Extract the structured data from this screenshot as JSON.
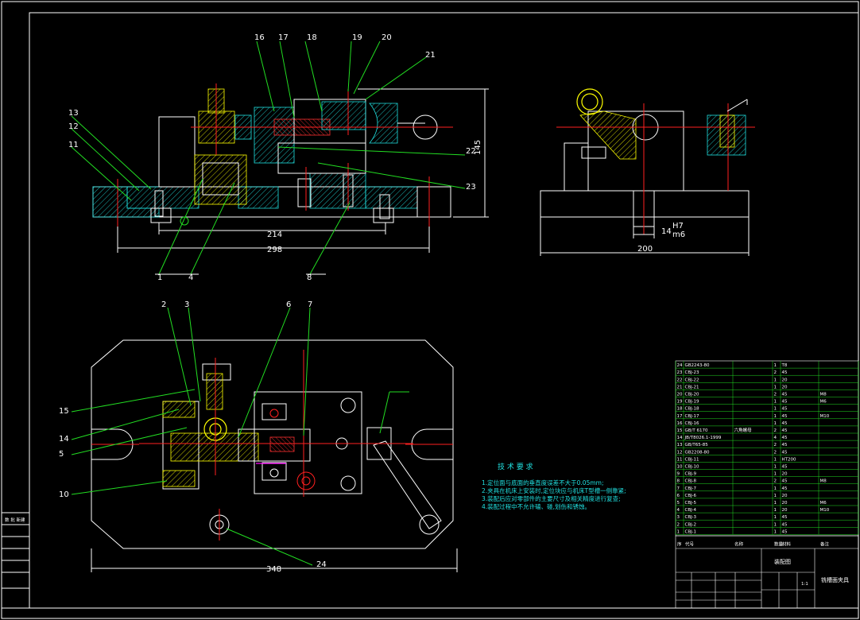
{
  "part_labels": [
    "16",
    "17",
    "18",
    "19",
    "20",
    "21",
    "13",
    "12",
    "11",
    "22",
    "23",
    "1",
    "4",
    "8",
    "2",
    "3",
    "6",
    "7",
    "15",
    "14",
    "5",
    "10",
    "24"
  ],
  "dimensions": {
    "front_214": "214",
    "front_298": "298",
    "front_height": "145",
    "side_fit_main": "14",
    "side_fit_upper": "H7",
    "side_fit_lower": "m6",
    "side_200": "200",
    "top_348": "348"
  },
  "tech_requirements": {
    "title": "技 术 要 求",
    "lines": [
      "1.定位面与底面的垂直度误差不大于0.05mm;",
      "2.夹具在机床上安装时,定位块应与机床T型槽一侧靠紧;",
      "3.装配后应对零部件的主要尺寸及相关精度进行复查;",
      "4.装配过程中不允许磕、碰,划伤和锈蚀。"
    ]
  },
  "title_block": {
    "drawing_name": "装配图",
    "product_name": "铣槽面夹具",
    "scale": "1:1"
  },
  "parts_table": {
    "rows": [
      [
        "24",
        "GB2243-80",
        "",
        "1",
        "T8",
        ""
      ],
      [
        "23",
        "CBJ-23",
        "",
        "2",
        "45",
        ""
      ],
      [
        "22",
        "CBJ-22",
        "",
        "1",
        "20",
        ""
      ],
      [
        "21",
        "CBJ-21",
        "",
        "1",
        "20",
        ""
      ],
      [
        "20",
        "CBJ-20",
        "",
        "2",
        "45",
        "M8"
      ],
      [
        "19",
        "CBJ-19",
        "",
        "1",
        "45",
        "M6"
      ],
      [
        "18",
        "CBJ-18",
        "",
        "1",
        "45",
        ""
      ],
      [
        "17",
        "CBJ-17",
        "",
        "1",
        "45",
        "M10"
      ],
      [
        "16",
        "CBJ-16",
        "",
        "1",
        "45",
        ""
      ],
      [
        "15",
        "GB/T 6170",
        "六角螺母",
        "2",
        "45",
        ""
      ],
      [
        "14",
        "JB/T8026.1-1999",
        "",
        "4",
        "45",
        ""
      ],
      [
        "13",
        "GB/T65-85",
        "",
        "2",
        "45",
        ""
      ],
      [
        "12",
        "GB2208-80",
        "",
        "2",
        "45",
        ""
      ],
      [
        "11",
        "CBJ-11",
        "",
        "1",
        "HT200",
        ""
      ],
      [
        "10",
        "CBJ-10",
        "",
        "1",
        "45",
        ""
      ],
      [
        "9",
        "CBJ-9",
        "",
        "1",
        "20",
        ""
      ],
      [
        "8",
        "CBJ-8",
        "",
        "2",
        "45",
        "M8"
      ],
      [
        "7",
        "CBJ-7",
        "",
        "1",
        "45",
        ""
      ],
      [
        "6",
        "CBJ-6",
        "",
        "1",
        "20",
        ""
      ],
      [
        "5",
        "CBJ-5",
        "",
        "1",
        "20",
        "M6"
      ],
      [
        "4",
        "CBJ-4",
        "",
        "1",
        "20",
        "M10"
      ],
      [
        "3",
        "CBJ-3",
        "",
        "1",
        "45",
        ""
      ],
      [
        "2",
        "CBJ-2",
        "",
        "1",
        "45",
        ""
      ],
      [
        "1",
        "CBJ-1",
        "",
        "1",
        "45",
        ""
      ]
    ],
    "header": [
      "序",
      "代号",
      "名称",
      "数量",
      "材料",
      "备注"
    ]
  },
  "left_strip": [
    "数 批 新建",
    "",
    "",
    "",
    ""
  ],
  "colors": {
    "background": "#000000",
    "outline": "#ffffff",
    "leader": "#22dd22",
    "centerline": "#ff2020",
    "section_hatch_yellow": "#ffff00",
    "section_hatch_cyan": "#20e0e0",
    "magenta": "#ff00ff",
    "note_text": "#20e0e0"
  }
}
